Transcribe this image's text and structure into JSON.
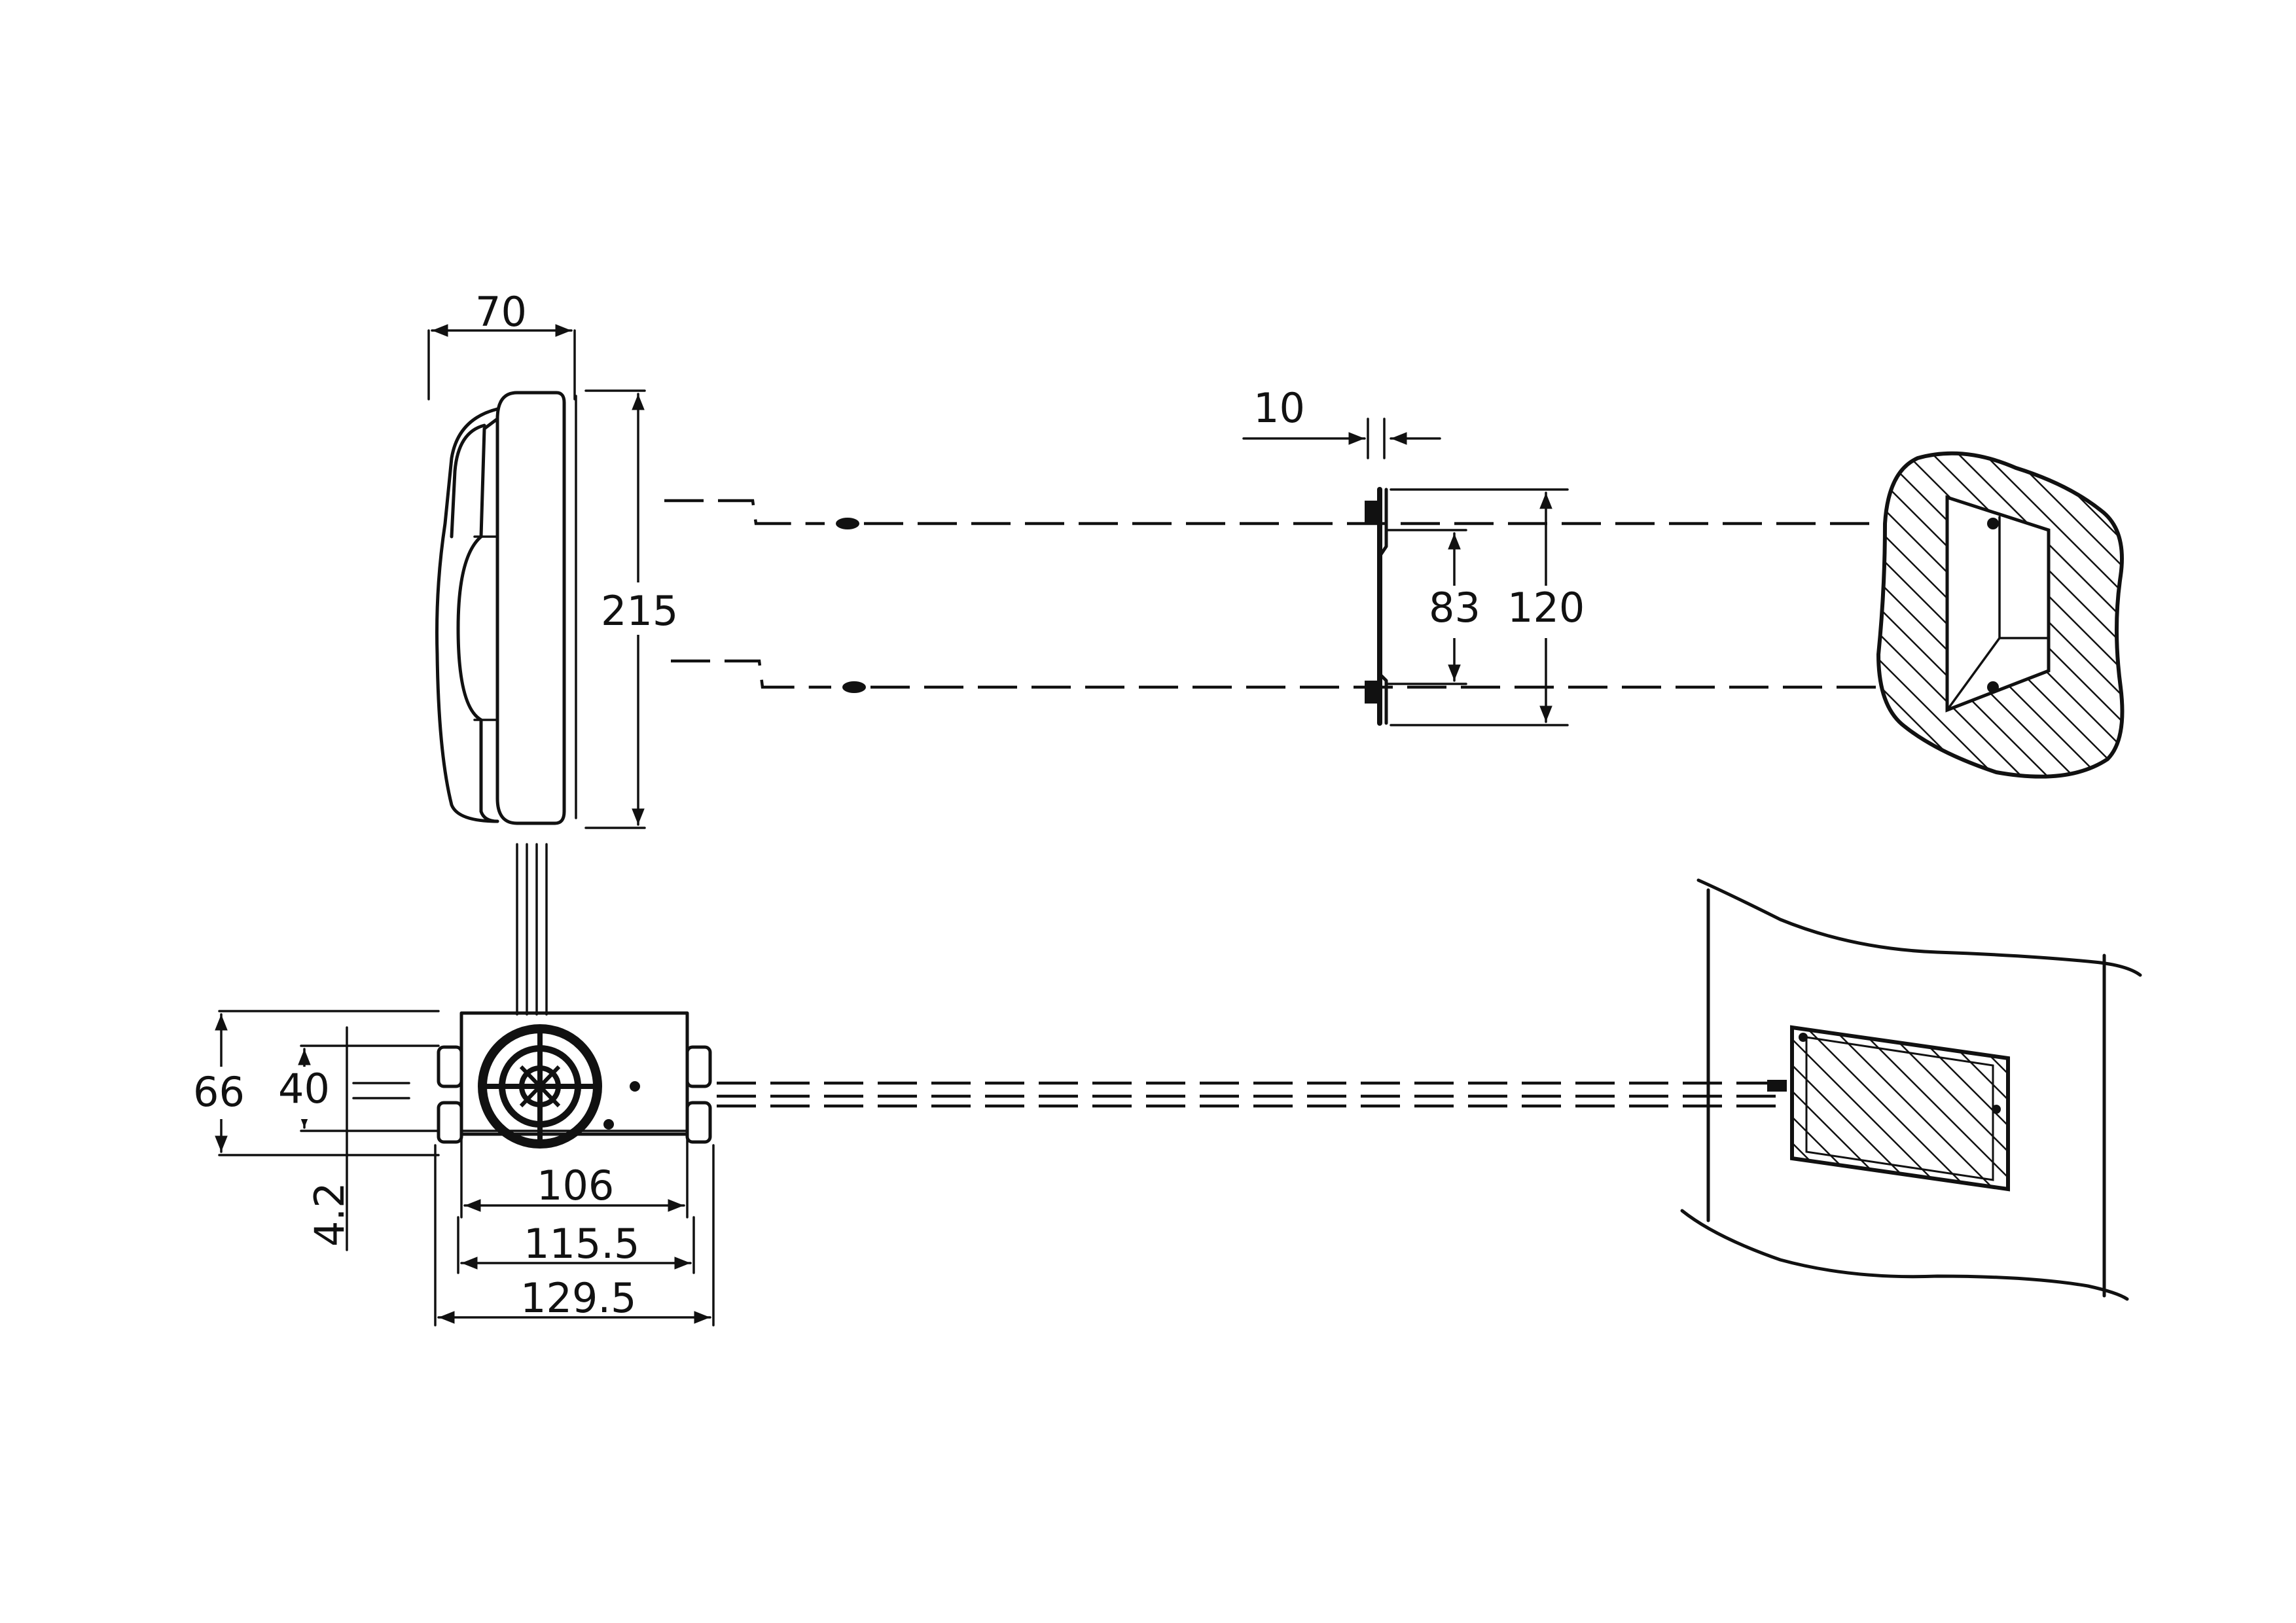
{
  "dimensions": {
    "handset_depth": "70",
    "handset_height": "215",
    "bracket_thickness": "10",
    "hole_spacing_inner": "83",
    "bracket_height": "120",
    "module_height_outer": "66",
    "module_height_inner": "40",
    "panel_offset": "4.2",
    "module_width_inner": "106",
    "module_width_mid": "115.5",
    "module_width_outer": "129.5"
  }
}
